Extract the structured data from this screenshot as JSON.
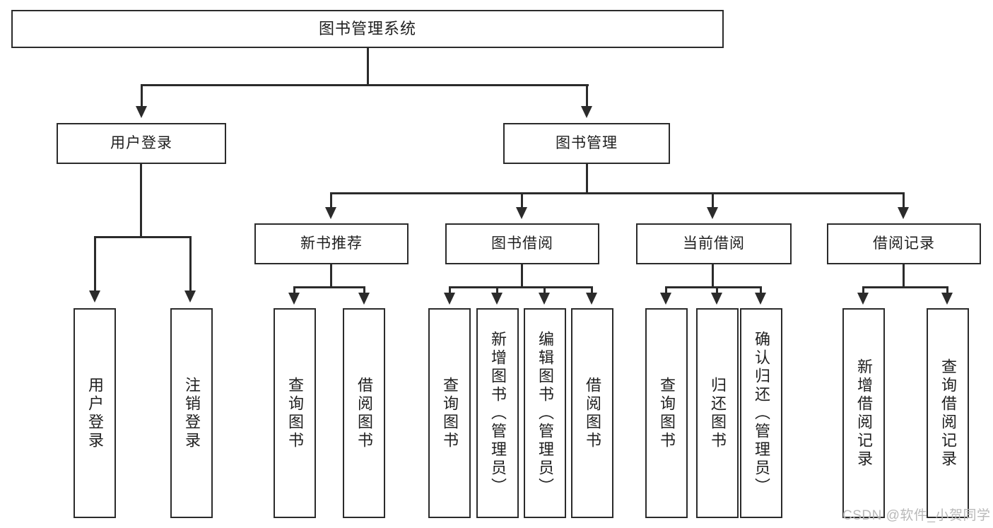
{
  "diagram": {
    "type": "tree",
    "title": "图书管理系统",
    "watermark": "CSDN @软件_小贺同学",
    "colors": {
      "stroke": "#2b2b2b",
      "fill": "#ffffff",
      "text": "#1f1f1f",
      "watermark": "#b9b9b9"
    },
    "root": {
      "label": "图书管理系统"
    },
    "level2": [
      {
        "label": "用户登录"
      },
      {
        "label": "图书管理"
      }
    ],
    "level3": [
      {
        "label": "新书推荐"
      },
      {
        "label": "图书借阅"
      },
      {
        "label": "当前借阅"
      },
      {
        "label": "借阅记录"
      }
    ],
    "leaves": {
      "user_login": [
        {
          "label": "用户登录"
        },
        {
          "label": "注销登录"
        }
      ],
      "new_book": [
        {
          "label": "查询图书"
        },
        {
          "label": "借阅图书"
        }
      ],
      "book_borrow": [
        {
          "label": "查询图书"
        },
        {
          "label": "新增图书（管理员）"
        },
        {
          "label": "编辑图书（管理员）"
        },
        {
          "label": "借阅图书"
        }
      ],
      "current_borrow": [
        {
          "label": "查询图书"
        },
        {
          "label": "归还图书"
        },
        {
          "label": "确认归还（管理员）"
        }
      ],
      "borrow_record": [
        {
          "label": "新增借阅记录"
        },
        {
          "label": "查询借阅记录"
        }
      ]
    }
  }
}
